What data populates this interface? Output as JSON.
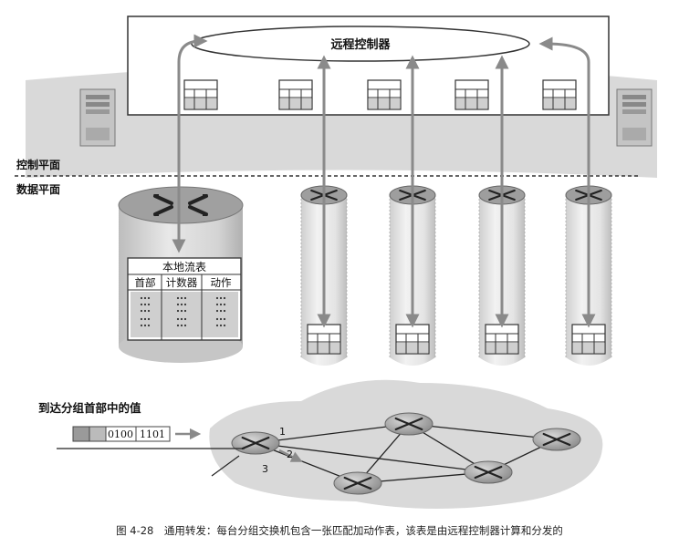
{
  "controller": {
    "label": "远程控制器"
  },
  "planes": {
    "control": "控制平面",
    "data": "数据平面"
  },
  "flow_table": {
    "title": "本地流表",
    "columns": [
      "首部",
      "计数器",
      "动作"
    ]
  },
  "packet": {
    "caption": "到达分组首部中的值",
    "bits_a": "0100",
    "bits_b": "1101"
  },
  "ports": [
    "1",
    "2",
    "3"
  ],
  "figure_caption": "图 4-28　通用转发：每台分组交换机包含一张匹配加动作表，该表是由远程控制器计算和分发的",
  "colors": {
    "arrow": "#8f8f8f",
    "shadow": "#d6d6d6",
    "router": "#9a9a9a",
    "border": "#333333"
  }
}
